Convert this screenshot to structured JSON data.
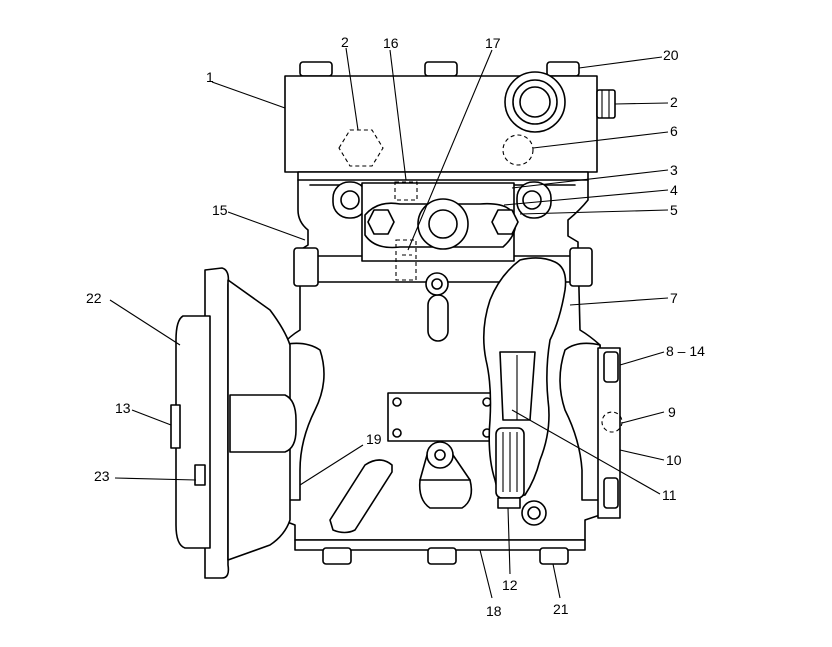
{
  "callouts": [
    {
      "id": "c1",
      "text": "1"
    },
    {
      "id": "c2a",
      "text": "2"
    },
    {
      "id": "c16",
      "text": "16"
    },
    {
      "id": "c17",
      "text": "17"
    },
    {
      "id": "c20",
      "text": "20"
    },
    {
      "id": "c2b",
      "text": "2"
    },
    {
      "id": "c6",
      "text": "6"
    },
    {
      "id": "c3",
      "text": "3"
    },
    {
      "id": "c4",
      "text": "4"
    },
    {
      "id": "c5",
      "text": "5"
    },
    {
      "id": "c15",
      "text": "15"
    },
    {
      "id": "c7",
      "text": "7"
    },
    {
      "id": "c22",
      "text": "22"
    },
    {
      "id": "c814",
      "text": "8 – 14"
    },
    {
      "id": "c13",
      "text": "13"
    },
    {
      "id": "c9",
      "text": "9"
    },
    {
      "id": "c19",
      "text": "19"
    },
    {
      "id": "c10",
      "text": "10"
    },
    {
      "id": "c23",
      "text": "23"
    },
    {
      "id": "c11",
      "text": "11"
    },
    {
      "id": "c12",
      "text": "12"
    },
    {
      "id": "c18",
      "text": "18"
    },
    {
      "id": "c21",
      "text": "21"
    }
  ]
}
